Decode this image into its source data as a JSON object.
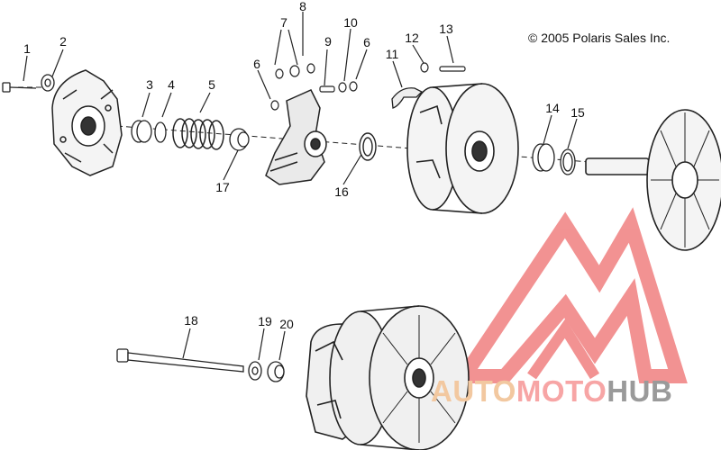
{
  "copyright": "© 2005 Polaris Sales Inc.",
  "watermark": {
    "part1": "AUTO",
    "part2": "MOTO",
    "part3": "HUB"
  },
  "callouts": {
    "c1": "1",
    "c2": "2",
    "c3": "3",
    "c4": "4",
    "c5": "5",
    "c6a": "6",
    "c6b": "6",
    "c7": "7",
    "c8": "8",
    "c9": "9",
    "c10": "10",
    "c11": "11",
    "c12": "12",
    "c13": "13",
    "c14": "14",
    "c15": "15",
    "c16": "16",
    "c17": "17",
    "c18": "18",
    "c19": "19",
    "c20": "20"
  },
  "colors": {
    "line": "#222222",
    "watermark_red": "#f08080",
    "watermark_gray": "#9a9a9a"
  }
}
